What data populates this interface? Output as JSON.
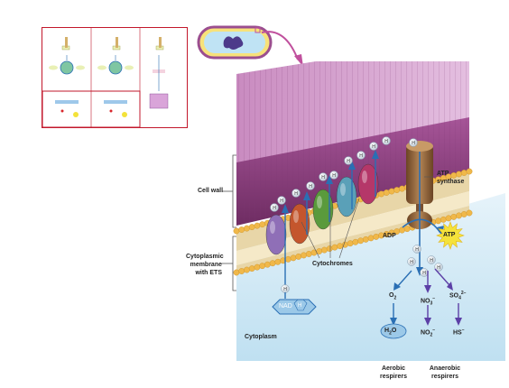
{
  "thumbnail": {
    "headers": [
      "",
      "",
      ""
    ],
    "caption": ""
  },
  "labels": {
    "cell_wall": "Cell wall",
    "membrane": [
      "Cytoplasmic",
      "membrane",
      "with ETS"
    ],
    "cytoplasm": "Cytoplasm",
    "cytochromes": "Cytochromes",
    "atp_synthase": [
      "ATP",
      "synthase"
    ],
    "adp": "ADP",
    "atp": "ATP",
    "nad": "NAD",
    "h": "H",
    "hplus": "H",
    "o2": "O",
    "o2_sub": "2",
    "h2o": "H",
    "h2o_sub": "2",
    "h2o_o": "O",
    "no3": "NO",
    "no3_sub": "3",
    "no3_sup": "−",
    "no2": "NO",
    "no2_sub": "2",
    "no2_sup": "−",
    "so4": "SO",
    "so4_sub": "4",
    "so4_sup": "2−",
    "hs": "HS",
    "hs_sup": "−",
    "aerobic": [
      "Aerobic",
      "respirers"
    ],
    "anaerobic": [
      "Anaerobic",
      "respirers"
    ]
  },
  "colors": {
    "wall_top": "#c98bc0",
    "wall_front": "#8c3f7c",
    "lipid_head": "#f0b84a",
    "cytoplasm_blue": "#d7ecf7",
    "arrow_blue": "#2a6fb4",
    "arrow_purple": "#5c3fa6",
    "atp_yellow": "#f5e23a",
    "thumb_border": "#c2172b"
  },
  "cytochrome_colors": [
    "#8f6fb7",
    "#c4562d",
    "#5a9a3c",
    "#5aa0b8",
    "#b53769"
  ]
}
